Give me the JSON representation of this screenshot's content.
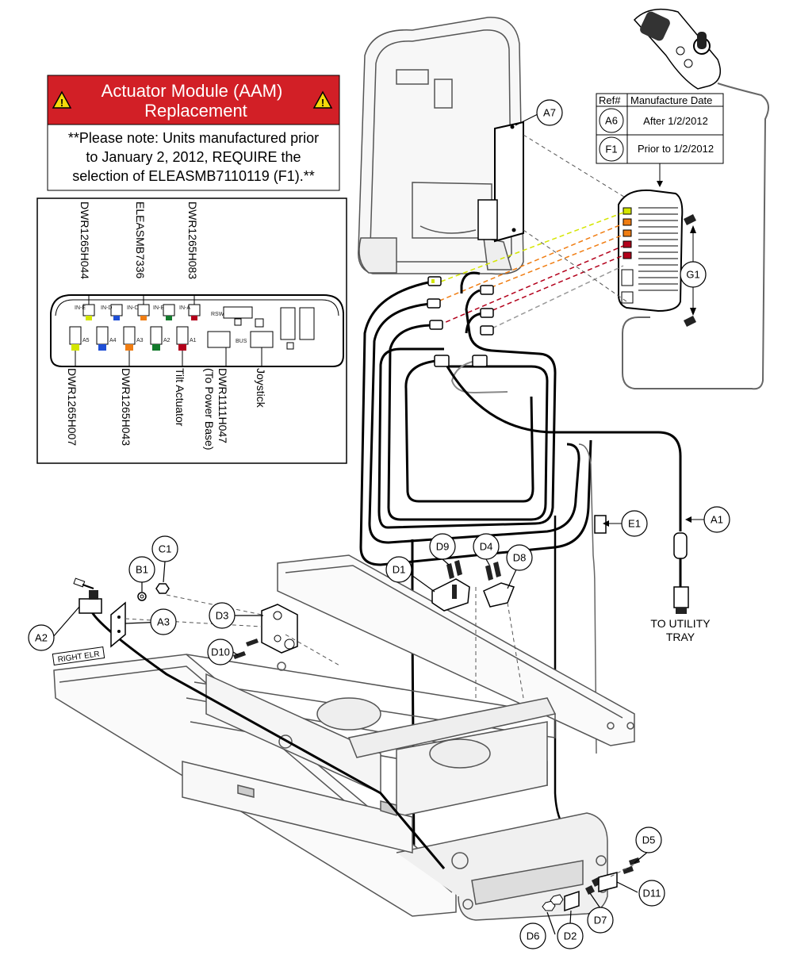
{
  "title": {
    "line1": "Actuator Module (AAM)",
    "line2": "Replacement"
  },
  "note": {
    "line1": "**Please note: Units manufactured prior",
    "line2": "to January 2, 2012, REQUIRE the",
    "line3": "selection of ELEASMB7110119 (F1).**"
  },
  "ref_table": {
    "headers": [
      "Ref#",
      "Manufacture Date"
    ],
    "rows": [
      {
        "ref": "A6",
        "date": "After 1/2/2012"
      },
      {
        "ref": "F1",
        "date": "Prior to 1/2/2012"
      }
    ]
  },
  "inset": {
    "top_labels": [
      "DWR1265H044",
      "ELEASMB7336",
      "DWR1265H083"
    ],
    "bottom_labels": [
      "DWR1265H007",
      "DWR1265H043",
      "Tilt Actuator",
      "DWR1111H047",
      "(To Power Base)",
      "Joystick"
    ],
    "port_in_labels": [
      "IN-E",
      "IN-D",
      "IN-C",
      "IN-B",
      "IN-A"
    ],
    "port_a_labels": [
      "A5",
      "A4",
      "A3",
      "A2",
      "A1"
    ],
    "other_labels": [
      "RSW",
      "BUS"
    ],
    "port_colors": [
      "#d4e600",
      "#1f4fd6",
      "#f07d12",
      "#137a2c",
      "#b3001b"
    ]
  },
  "callouts": [
    "A1",
    "A2",
    "A3",
    "A7",
    "B1",
    "C1",
    "D1",
    "D2",
    "D3",
    "D4",
    "D5",
    "D6",
    "D7",
    "D8",
    "D9",
    "D10",
    "D11",
    "E1",
    "G1"
  ],
  "labels": {
    "utility_line1": "TO UTILITY",
    "utility_line2": "TRAY",
    "right_elr": "RIGHT ELR"
  },
  "colors": {
    "banner": "#d21f26",
    "warning": "#f5d90a"
  }
}
